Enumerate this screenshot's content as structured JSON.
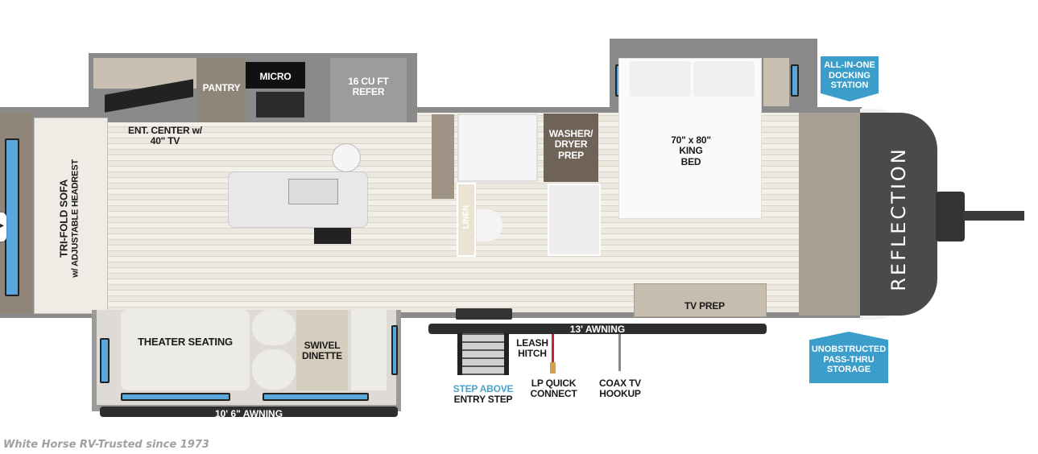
{
  "floorplan": {
    "brand_logo": "REFLECTION",
    "watermark": "White Horse RV-Trusted since 1973",
    "colors": {
      "callout_blue": "#3b9dc9",
      "front_cap": "#4a4a4c",
      "window_blue": "#5aa7de",
      "step_label_blue": "#4aa3c8",
      "leash_red": "#c0262b"
    },
    "rooms": {
      "sofa": {
        "line1": "TRI-FOLD SOFA",
        "line2": "w/ ADJUSTABLE HEADREST"
      },
      "ent_center": {
        "line1": "ENT. CENTER w/",
        "line2": "40\" TV"
      },
      "pantry": "PANTRY",
      "micro": "MICRO",
      "refer": {
        "line1": "16 CU FT",
        "line2": "REFER"
      },
      "washer": {
        "line1": "WASHER/",
        "line2": "DRYER",
        "line3": "PREP"
      },
      "linen": "LINEN",
      "bed": {
        "line1": "70\" x 80\"",
        "line2": "KING",
        "line3": "BED"
      },
      "theater": "THEATER SEATING",
      "dinette": {
        "line1": "SWIVEL",
        "line2": "DINETTE"
      },
      "tv_prep": "TV PREP"
    },
    "exterior": {
      "awning_rear": "10' 6\" AWNING",
      "awning_main": "13' AWNING",
      "step": {
        "line1": "STEP ABOVE",
        "line2": "ENTRY STEP"
      },
      "leash": {
        "line1": "LEASH",
        "line2": "HITCH"
      },
      "lp": {
        "line1": "LP QUICK",
        "line2": "CONNECT"
      },
      "coax": {
        "line1": "COAX TV",
        "line2": "HOOKUP"
      }
    },
    "callouts": {
      "docking": {
        "line1": "ALL-IN-ONE",
        "line2": "DOCKING",
        "line3": "STATION"
      },
      "storage": {
        "line1": "UNOBSTRUCTED",
        "line2": "PASS-THRU",
        "line3": "STORAGE"
      }
    },
    "nav": {
      "prev_icon": "chevron-left-icon"
    }
  }
}
